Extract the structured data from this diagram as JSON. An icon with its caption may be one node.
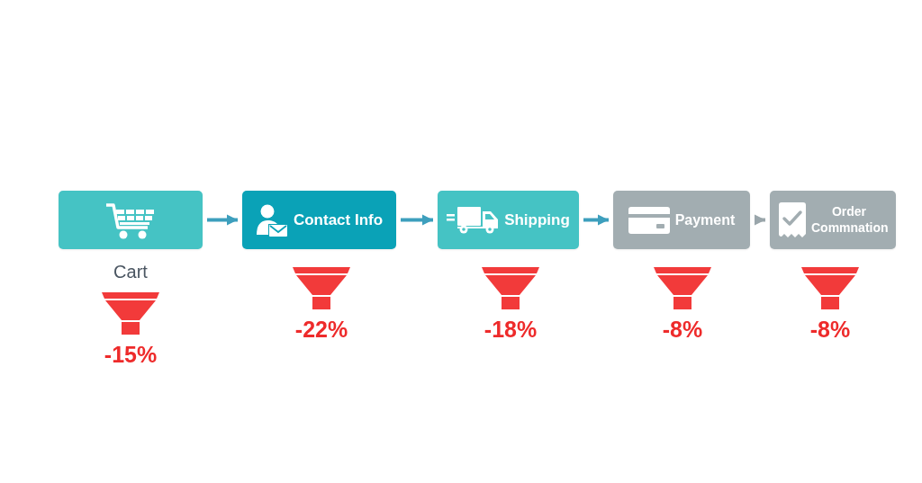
{
  "diagram": {
    "nodes": [
      {
        "text": [
          "Cart"
        ]
      },
      {
        "text": [
          "Contact Info"
        ]
      },
      {
        "text": [
          "Shipping"
        ]
      },
      {
        "text": [
          "Payment"
        ]
      },
      {
        "text": [
          "Order Commnation"
        ]
      }
    ],
    "edges": [
      {
        "from": 0,
        "to": 1,
        "arrow": "to"
      },
      {
        "from": 1,
        "to": 2,
        "arrow": "to"
      },
      {
        "from": 2,
        "to": 3,
        "arrow": "to"
      },
      {
        "from": 3,
        "to": 4,
        "arrow": "to",
        "color": "#9aa6ab"
      }
    ],
    "labels": [
      "-15%",
      "-22%",
      "-18%",
      "-8%",
      "-8%"
    ]
  }
}
